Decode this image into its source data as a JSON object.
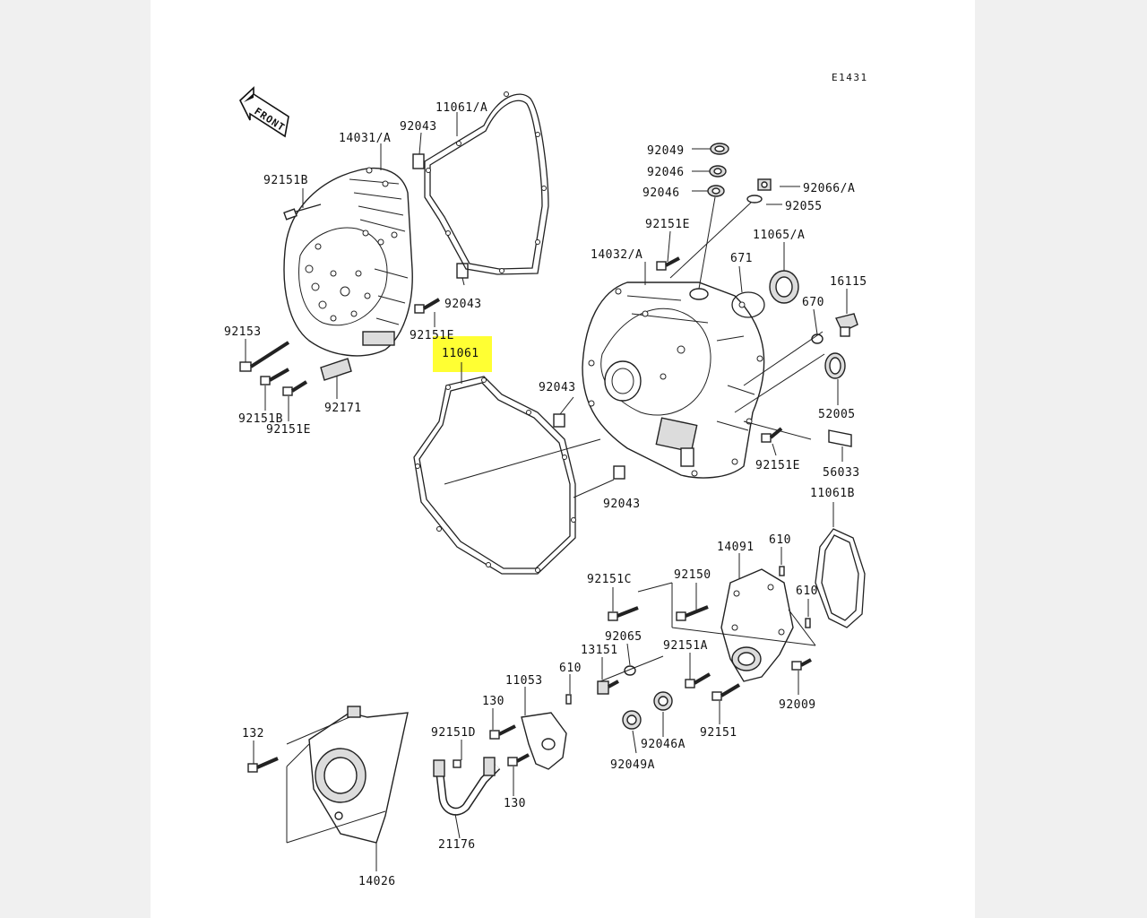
{
  "diagram": {
    "figure_code": "E1431",
    "front_arrow_label": "FRONT",
    "highlight_color": "#ffff33",
    "labels": [
      {
        "id": "p11061a",
        "text": "11061/A"
      },
      {
        "id": "p14031a",
        "text": "14031/A"
      },
      {
        "id": "p92043_top",
        "text": "92043"
      },
      {
        "id": "p92151b_top",
        "text": "92151B"
      },
      {
        "id": "p92043_mid",
        "text": "92043"
      },
      {
        "id": "p92151e_mid",
        "text": "92151E"
      },
      {
        "id": "p92153",
        "text": "92153"
      },
      {
        "id": "p11061",
        "text": "11061"
      },
      {
        "id": "p92151b_low",
        "text": "92151B"
      },
      {
        "id": "p92171",
        "text": "92171"
      },
      {
        "id": "p92151e_low",
        "text": "92151E"
      },
      {
        "id": "p92049",
        "text": "92049"
      },
      {
        "id": "p92046_a",
        "text": "92046"
      },
      {
        "id": "p92046_b",
        "text": "92046"
      },
      {
        "id": "p92066a",
        "text": "92066/A"
      },
      {
        "id": "p92055",
        "text": "92055"
      },
      {
        "id": "p92151e_r",
        "text": "92151E"
      },
      {
        "id": "p11065a",
        "text": "11065/A"
      },
      {
        "id": "p14032a",
        "text": "14032/A"
      },
      {
        "id": "p671",
        "text": "671"
      },
      {
        "id": "p16115",
        "text": "16115"
      },
      {
        "id": "p670",
        "text": "670"
      },
      {
        "id": "p92043_c",
        "text": "92043"
      },
      {
        "id": "p52005",
        "text": "52005"
      },
      {
        "id": "p92151e_c",
        "text": "92151E"
      },
      {
        "id": "p56033",
        "text": "56033"
      },
      {
        "id": "p92043_d",
        "text": "92043"
      },
      {
        "id": "p11061b",
        "text": "11061B"
      },
      {
        "id": "p14091",
        "text": "14091"
      },
      {
        "id": "p610_a",
        "text": "610"
      },
      {
        "id": "p92151c",
        "text": "92151C"
      },
      {
        "id": "p92150",
        "text": "92150"
      },
      {
        "id": "p610_b",
        "text": "610"
      },
      {
        "id": "p92065",
        "text": "92065"
      },
      {
        "id": "p92151a",
        "text": "92151A"
      },
      {
        "id": "p13151",
        "text": "13151"
      },
      {
        "id": "p610_c",
        "text": "610"
      },
      {
        "id": "p11053",
        "text": "11053"
      },
      {
        "id": "p130_a",
        "text": "130"
      },
      {
        "id": "p92009",
        "text": "92009"
      },
      {
        "id": "p132",
        "text": "132"
      },
      {
        "id": "p92151d",
        "text": "92151D"
      },
      {
        "id": "p92151",
        "text": "92151"
      },
      {
        "id": "p92046a",
        "text": "92046A"
      },
      {
        "id": "p92049a",
        "text": "92049A"
      },
      {
        "id": "p130_b",
        "text": "130"
      },
      {
        "id": "p21176",
        "text": "21176"
      },
      {
        "id": "p14026",
        "text": "14026"
      }
    ]
  }
}
